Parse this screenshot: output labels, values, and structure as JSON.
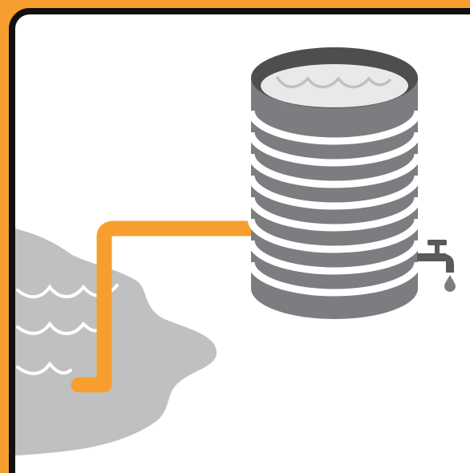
{
  "illustration": {
    "subject": "water-tank-fed-by-pipe-from-pond",
    "elements": [
      "pond",
      "pipe",
      "water-tank",
      "tap",
      "water-drop"
    ],
    "colors": {
      "frame": "#f79f2e",
      "border": "#111111",
      "panel": "#ffffff",
      "pond": "#bfc0c1",
      "pipe": "#f79f2e",
      "tank_band": "#7c7d80",
      "tank_rim": "#4d4e50",
      "tank_water": "#e9e9ea",
      "tap": "#58595b"
    }
  }
}
